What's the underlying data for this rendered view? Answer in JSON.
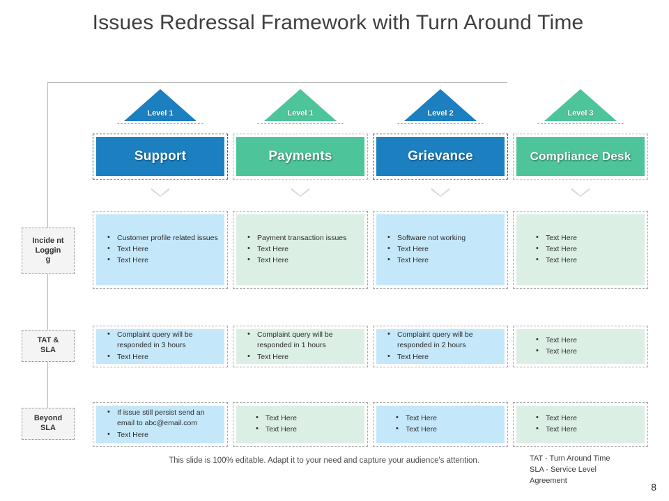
{
  "slide": {
    "title": "Issues Redressal Framework with Turn Around Time",
    "page_number": "8",
    "footer_note": "This slide is 100% editable. Adapt it to your need and capture your audience's attention."
  },
  "colors": {
    "blue": "#1b7fc0",
    "green": "#4ec49a",
    "blue_light": "#c5e7fa",
    "green_light": "#dcefe5",
    "chevron": "#d9d9d9",
    "rail": "#b9b9b9"
  },
  "row_labels": [
    {
      "name": "incident-logging",
      "text": "Incide nt Loggin g"
    },
    {
      "name": "tat-sla",
      "text": "TAT & SLA"
    },
    {
      "name": "beyond-sla",
      "text": "Beyond SLA"
    }
  ],
  "columns": [
    {
      "level": "Level 1",
      "header": "Support",
      "theme": "blue",
      "incident": [
        "Customer profile related issues",
        "Text Here",
        "Text Here"
      ],
      "tat": [
        "Complaint query will be responded in 3 hours",
        "Text Here"
      ],
      "beyond": [
        "If issue still persist send an email to abc@email.com",
        "Text Here"
      ]
    },
    {
      "level": "Level 1",
      "header": "Payments",
      "theme": "green",
      "incident": [
        "Payment transaction issues",
        "Text Here",
        "Text Here"
      ],
      "tat": [
        "Complaint query will be responded in 1 hours",
        "Text Here"
      ],
      "beyond": [
        "Text Here",
        "Text Here"
      ]
    },
    {
      "level": "Level 2",
      "header": "Grievance",
      "theme": "blue",
      "incident": [
        "Software not working",
        "Text Here",
        "Text Here"
      ],
      "tat": [
        "Complaint query will be responded in 2 hours",
        "Text Here"
      ],
      "beyond": [
        "Text Here",
        "Text Here"
      ]
    },
    {
      "level": "Level 3",
      "header": "Compliance Desk",
      "theme": "green",
      "incident": [
        "Text Here",
        "Text Here",
        "Text Here"
      ],
      "tat": [
        "Text Here",
        "Text Here"
      ],
      "beyond": [
        "Text Here",
        "Text Here"
      ]
    }
  ],
  "legend": {
    "line1": "TAT - Turn Around Time",
    "line2": "SLA -  Service Level",
    "line3": "Agreement"
  }
}
